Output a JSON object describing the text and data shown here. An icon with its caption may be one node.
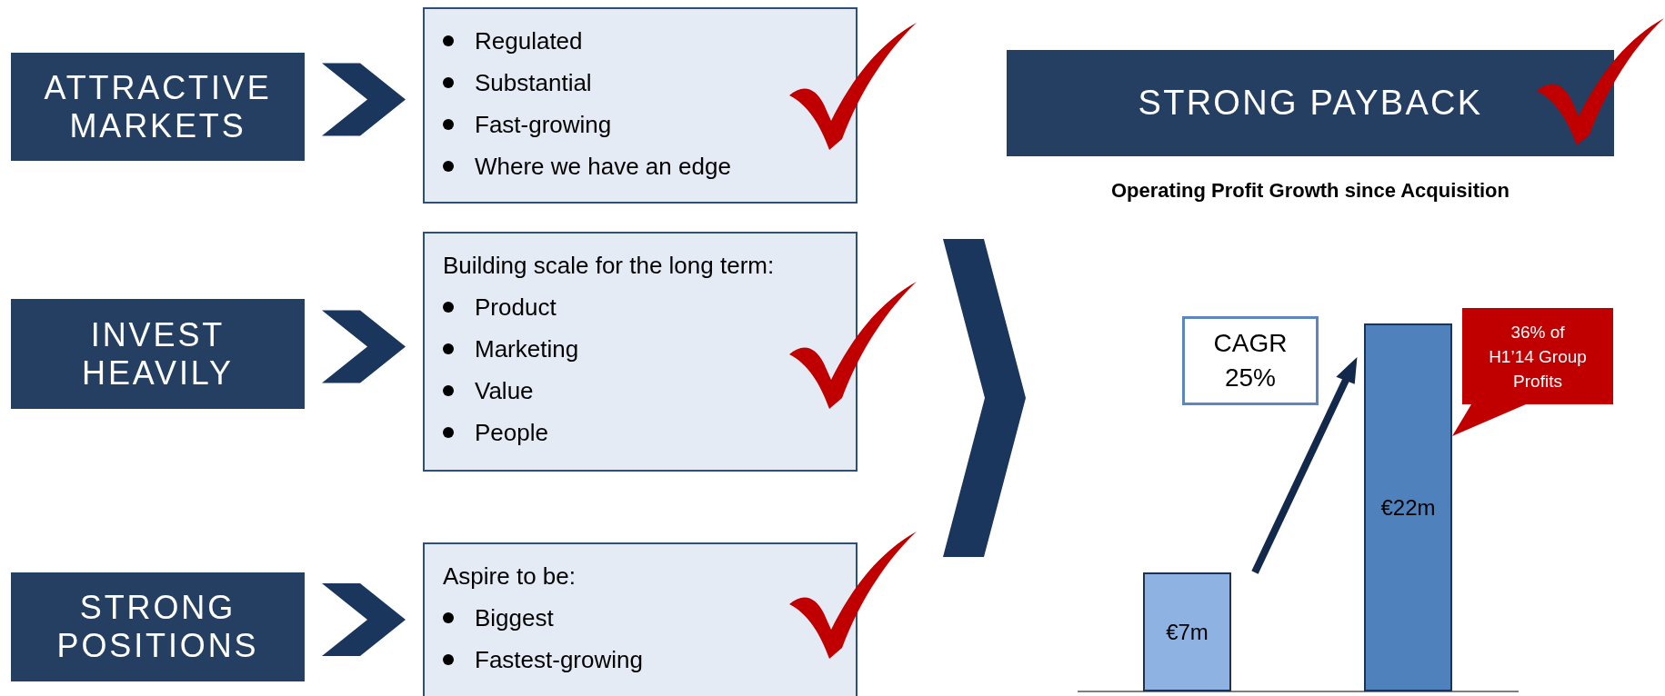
{
  "diagram": {
    "nodes": [
      {
        "text": [
          "ATTRACTIVE MARKETS"
        ]
      },
      {
        "text": [
          "Regulated",
          "Substantial",
          "Fast-growing",
          "Where we have an edge"
        ]
      },
      {
        "text": [
          "INVEST HEAVILY"
        ]
      },
      {
        "text": [
          "Building scale for the long term:",
          "Product",
          "Marketing",
          "Value",
          "People"
        ]
      },
      {
        "text": [
          "STRONG POSITIONS"
        ]
      },
      {
        "text": [
          "Aspire to be:",
          "Biggest",
          "Fastest-growing"
        ]
      },
      {
        "text": [
          "STRONG PAYBACK"
        ]
      },
      {
        "text": [
          "CAGR 25%"
        ]
      },
      {
        "text": [
          "€7m"
        ]
      },
      {
        "text": [
          "€22m"
        ]
      },
      {
        "text": [
          "36% of H1’14 Group Profits"
        ]
      }
    ],
    "edges": [
      {
        "from": 0,
        "to": 1,
        "arrow": "to"
      },
      {
        "from": 2,
        "to": 3,
        "arrow": "to"
      },
      {
        "from": 4,
        "to": 5,
        "arrow": "to"
      },
      {
        "from": 3,
        "to": null,
        "arrow": "to"
      },
      {
        "from": 10,
        "to": 9,
        "arrow": "none",
        "color": "#c00000"
      }
    ],
    "labels": [
      "Operating Profit Growth since Acquisition"
    ]
  }
}
